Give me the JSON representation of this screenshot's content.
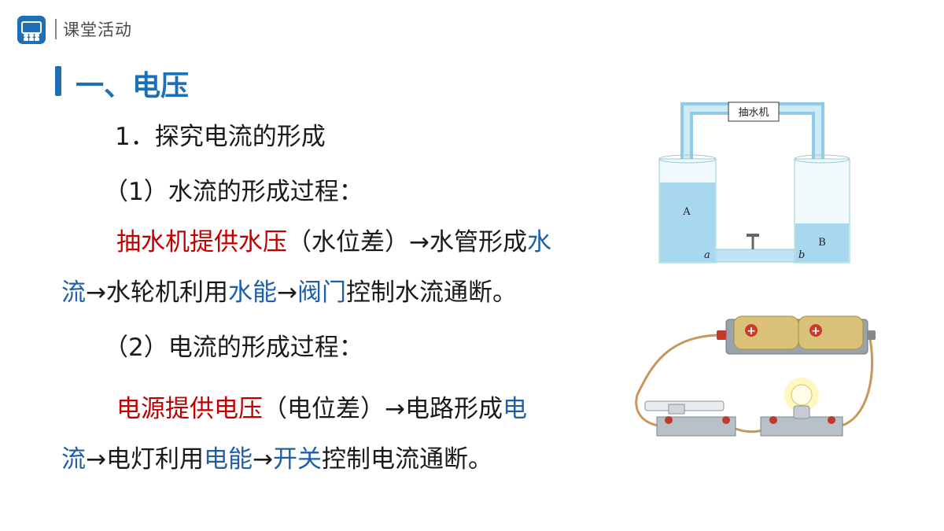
{
  "header": {
    "section": "课堂活动",
    "icon": "classroom-people-icon",
    "accent": "#1f6fb6"
  },
  "title": "一、电压",
  "heading": "1．探究电流的形成",
  "water": {
    "subheading": "（1）水流的形成过程：",
    "line1": [
      "抽水机提供水压",
      "（水位差）→水管形成",
      "水"
    ],
    "line2": [
      "流",
      "→水轮机利用",
      "水能",
      "→",
      "阀门",
      "控制水流通断。"
    ]
  },
  "electric": {
    "subheading": "（2）电流的形成过程：",
    "line1": [
      "电源提供电压",
      "（电位差）→电路形成",
      "电"
    ],
    "line2": [
      "流",
      "→电灯利用",
      "电能",
      "→",
      "开关",
      "控制电流通断。"
    ]
  },
  "water_diagram": {
    "pump_label": "抽水机",
    "tank_a": "A",
    "tank_b": "B",
    "point_a": "a",
    "point_b": "b"
  },
  "colors": {
    "red": "#c00000",
    "blue": "#1f5fa8",
    "water": "#a8d8f0"
  }
}
